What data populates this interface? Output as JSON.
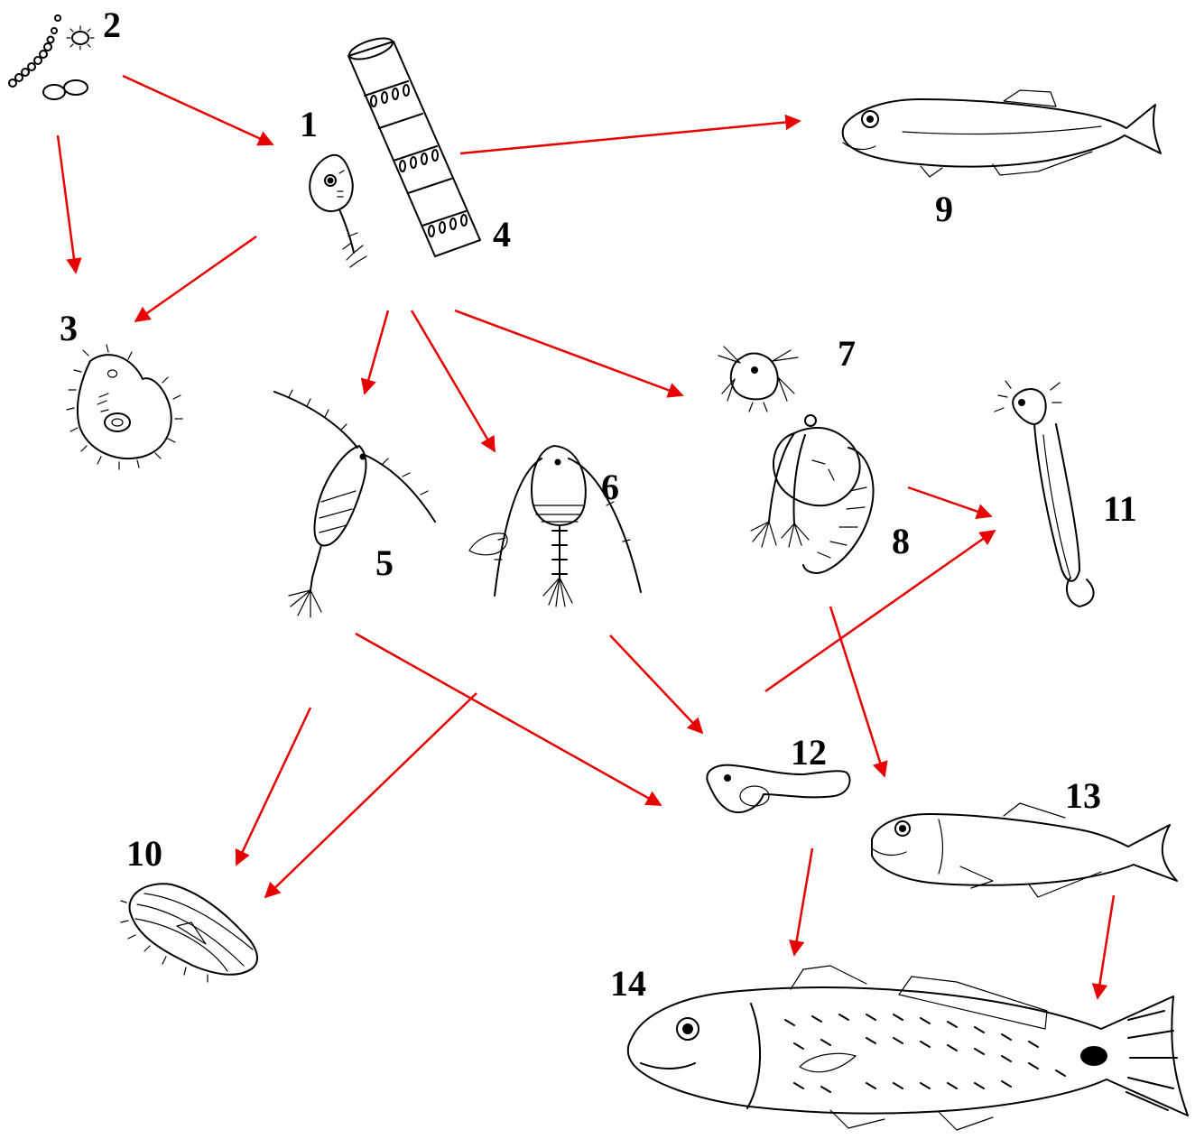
{
  "diagram": {
    "arrow_color": "#e60000",
    "nodes": [
      {
        "id": "1",
        "label": "1",
        "icon": "flagellate-icon"
      },
      {
        "id": "2",
        "label": "2",
        "icon": "bacteria-icon"
      },
      {
        "id": "3",
        "label": "3",
        "icon": "ciliate-icon"
      },
      {
        "id": "4",
        "label": "4",
        "icon": "diatom-icon"
      },
      {
        "id": "5",
        "label": "5",
        "icon": "copepod-icon"
      },
      {
        "id": "6",
        "label": "6",
        "icon": "copepod-icon"
      },
      {
        "id": "7",
        "label": "7",
        "icon": "nauplius-icon"
      },
      {
        "id": "8",
        "label": "8",
        "icon": "shrimp-larva-icon"
      },
      {
        "id": "9",
        "label": "9",
        "icon": "anchovy-icon"
      },
      {
        "id": "10",
        "label": "10",
        "icon": "ctenophore-icon"
      },
      {
        "id": "11",
        "label": "11",
        "icon": "fish-larva-icon"
      },
      {
        "id": "12",
        "label": "12",
        "icon": "yolk-sac-larva-icon"
      },
      {
        "id": "13",
        "label": "13",
        "icon": "juvenile-fish-icon"
      },
      {
        "id": "14",
        "label": "14",
        "icon": "red-drum-icon"
      }
    ],
    "edges": [
      {
        "from": "2",
        "to": "1"
      },
      {
        "from": "2",
        "to": "3"
      },
      {
        "from": "1",
        "to": "3"
      },
      {
        "from": "4",
        "to": "9"
      },
      {
        "from": "1",
        "to": "5"
      },
      {
        "from": "1",
        "to": "6"
      },
      {
        "from": "1",
        "to": "7"
      },
      {
        "from": "8",
        "to": "11"
      },
      {
        "from": "12",
        "to": "11"
      },
      {
        "from": "8",
        "to": "13"
      },
      {
        "from": "6",
        "to": "12"
      },
      {
        "from": "5",
        "to": "12"
      },
      {
        "from": "5",
        "to": "10"
      },
      {
        "from": "6",
        "to": "10"
      },
      {
        "from": "12",
        "to": "14"
      },
      {
        "from": "13",
        "to": "14"
      }
    ]
  }
}
